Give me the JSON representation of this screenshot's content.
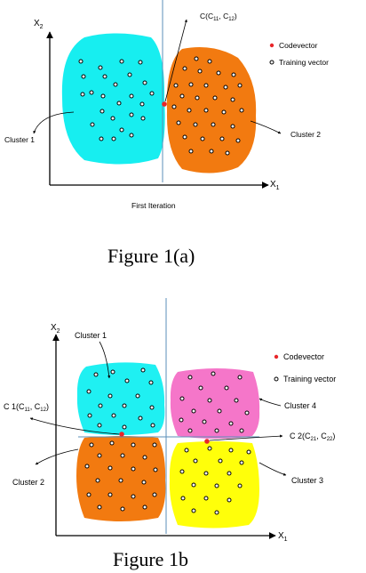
{
  "fig_a": {
    "caption": "Figure 1(a)",
    "subtitle": "First Iteration",
    "x_axis": "X",
    "x_sub": "1",
    "y_axis": "X",
    "y_sub": "2",
    "codevector_label": "C(C",
    "codevector_sub1": "11",
    "codevector_mid": ", C",
    "codevector_sub2": "12",
    "codevector_end": ")",
    "legend_codevector": "Codevector",
    "legend_training": "Training vector",
    "cluster1": "Cluster 1",
    "cluster2": "Cluster 2",
    "colors": {
      "cluster1": "#17eef0",
      "cluster2": "#f27a10",
      "codevector": "#e8262a"
    }
  },
  "fig_b": {
    "caption": "Figure 1b",
    "x_axis": "X",
    "x_sub": "1",
    "y_axis": "X",
    "y_sub": "2",
    "c1_label": "C 1(C",
    "c1_sub1": "11",
    "c1_mid": ", C",
    "c1_sub2": "12",
    "c1_end": ")",
    "c2_label": "C 2(C",
    "c2_sub1": "21",
    "c2_mid": ", C",
    "c2_sub2": "22",
    "c2_end": ")",
    "legend_codevector": "Codevector",
    "legend_training": "Training vector",
    "cluster1": "Cluster 1",
    "cluster2": "Cluster 2",
    "cluster3": "Cluster 3",
    "cluster4": "Cluster 4",
    "colors": {
      "cluster1": "#1ff0f2",
      "cluster2": "#f27a10",
      "cluster3": "#ffff0a",
      "cluster4": "#f576c9",
      "codevector": "#e8262a"
    }
  }
}
